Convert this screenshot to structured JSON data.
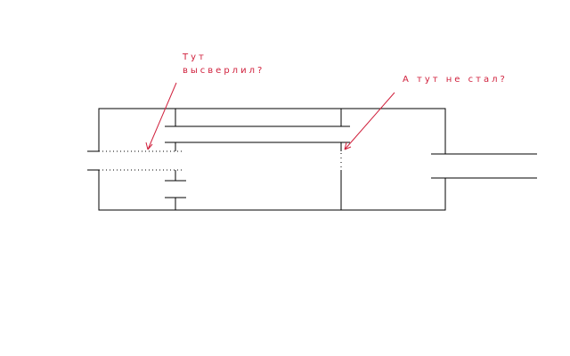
{
  "annotations": {
    "left_line1": "Тут",
    "left_line2": "высверлил?",
    "right": "А тут не стал?"
  },
  "colors": {
    "annotation": "#d0203c",
    "line": "#000000"
  }
}
